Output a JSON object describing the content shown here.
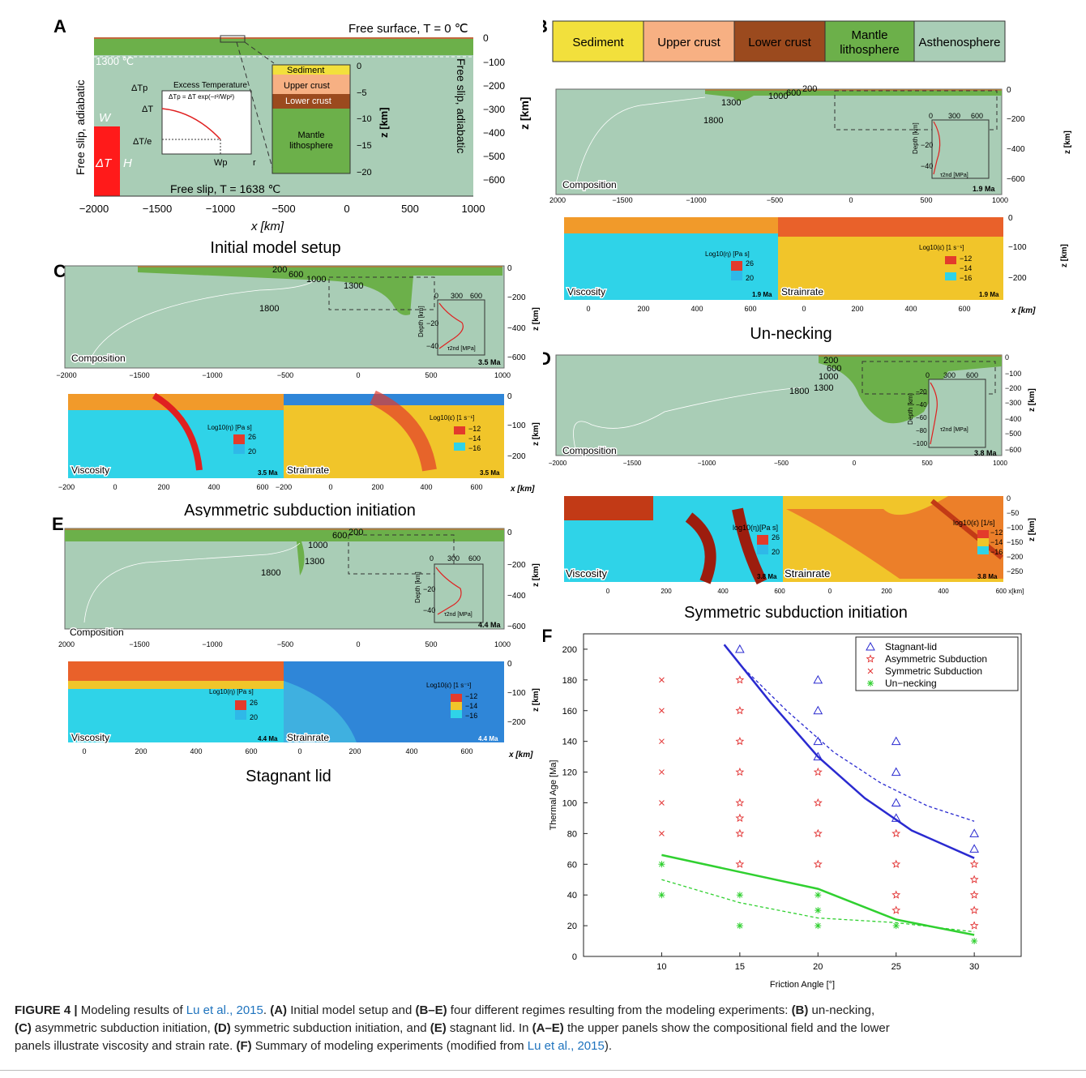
{
  "panels": {
    "A": {
      "letter": "A",
      "title": "Initial model setup",
      "top_label": "Free surface, T = 0 ℃",
      "temp_label": "1300 ℃",
      "left_bc": "Free slip, adiabatic",
      "right_bc": "Free slip, adiabatic",
      "bottom_bc": "Free slip, T = 1638 ℃",
      "plume_labels": [
        "W",
        "ΔT",
        "H"
      ],
      "inset_title": "Excess Temperature",
      "inset_formula": "ΔTp = ΔT exp(−r²/Wp²)",
      "inset_y_labels": [
        "ΔTp",
        "ΔT",
        "ΔT/e"
      ],
      "inset_x_labels": [
        "Wp",
        "r"
      ],
      "layers": [
        "Sediment",
        "Upper crust",
        "Lower crust",
        "Mantle lithosphere"
      ],
      "layer_ticks": [
        "0",
        "−5",
        "−10",
        "−15",
        "−20"
      ],
      "layer_axis": "z [km]",
      "z_ticks": [
        "0",
        "−100",
        "−200",
        "−300",
        "−400",
        "−500",
        "−600"
      ],
      "z_label": "z [km]",
      "x_ticks": [
        "−2000",
        "−1500",
        "−1000",
        "−500",
        "0",
        "500",
        "1000"
      ],
      "x_label": "x [km]"
    },
    "B": {
      "letter": "B",
      "title": "Un-necking",
      "legend": [
        "Sediment",
        "Upper crust",
        "Lower crust",
        "Mantle lithosphere",
        "Asthenosphere"
      ],
      "legend_colors": [
        "#f2e03c",
        "#f7b083",
        "#9b4a1e",
        "#6cb04a",
        "#a9cdb6"
      ],
      "contours": [
        "200",
        "600",
        "1000",
        "1300",
        "1800"
      ],
      "x_ticks": [
        "2000",
        "−1500",
        "−1000",
        "−500",
        "0",
        "500",
        "1000"
      ],
      "z_ticks": [
        "0",
        "−200",
        "−400",
        "−600"
      ],
      "inset_x": [
        "0",
        "300",
        "600"
      ],
      "inset_y": [
        "−20",
        "−40"
      ],
      "inset_ylabel": "Depth [km]",
      "inset_xlabel": "τ2nd [MPa]",
      "comp_label": "Composition",
      "time": "1.9 Ma",
      "visc_label": "Viscosity",
      "strain_label": "Strainrate",
      "visc_cb_title": "Log10(η) [Pa s]",
      "visc_cb": [
        "26",
        "20"
      ],
      "strain_cb_title": "Log10(ε̇) [1 s⁻¹]",
      "strain_cb": [
        "−12",
        "−14",
        "−16"
      ],
      "lower_x_ticks": [
        "0",
        "200",
        "400",
        "600"
      ],
      "lower_z_ticks": [
        "0",
        "−100",
        "−200"
      ]
    },
    "C": {
      "letter": "C",
      "title": "Asymmetric subduction initiation",
      "contours": [
        "200",
        "600",
        "1000",
        "1300",
        "1800"
      ],
      "x_ticks": [
        "−2000",
        "−1500",
        "−1000",
        "−500",
        "0",
        "500",
        "1000"
      ],
      "z_ticks": [
        "0",
        "−200",
        "−400",
        "−600"
      ],
      "inset_x": [
        "0",
        "300",
        "600"
      ],
      "inset_y": [
        "−20",
        "−40"
      ],
      "inset_ylabel": "Depth [km]",
      "inset_xlabel": "τ2nd [MPa]",
      "comp_label": "Composition",
      "time": "3.5 Ma",
      "visc_label": "Viscosity",
      "strain_label": "Strainrate",
      "visc_cb_title": "Log10(η) [Pa s]",
      "visc_cb": [
        "26",
        "20"
      ],
      "strain_cb_title": "Log10(ε̇) [1 s⁻¹]",
      "strain_cb": [
        "−12",
        "−14",
        "−16"
      ],
      "lower_x_ticks": [
        "−200",
        "0",
        "200",
        "400",
        "600",
        "−200",
        "0",
        "200",
        "400",
        "600"
      ],
      "lower_z_ticks": [
        "0",
        "−100",
        "−200"
      ]
    },
    "D": {
      "letter": "D",
      "title": "Symmetric subduction initiation",
      "contours": [
        "200",
        "600",
        "1000",
        "1300",
        "1800"
      ],
      "x_ticks": [
        "−2000",
        "−1500",
        "−1000",
        "−500",
        "0",
        "500",
        "1000"
      ],
      "z_ticks": [
        "0",
        "−100",
        "−200",
        "−300",
        "−400",
        "−500",
        "−600"
      ],
      "inset_x": [
        "0",
        "300",
        "600"
      ],
      "inset_y": [
        "−20",
        "−40",
        "−60",
        "−80",
        "−100"
      ],
      "inset_ylabel": "Depth [km]",
      "inset_xlabel": "τ2nd [MPa]",
      "comp_label": "Composition",
      "time": "3.8 Ma",
      "visc_label": "Viscosity",
      "strain_label": "Strainrate",
      "visc_cb_title": "log10(η)[Pa s]",
      "visc_cb": [
        "26",
        "20"
      ],
      "strain_cb_title": "log10(ε̇) [1/s]",
      "strain_cb": [
        "−12",
        "−14",
        "−16"
      ],
      "lower_x_ticks": [
        "0",
        "200",
        "400",
        "600",
        "0",
        "200",
        "400",
        "600 x[km]"
      ],
      "lower_z_ticks": [
        "0",
        "−50",
        "−100",
        "−150",
        "−200",
        "−250"
      ]
    },
    "E": {
      "letter": "E",
      "title": "Stagnant lid",
      "contours": [
        "200",
        "600",
        "1000",
        "1300",
        "1800"
      ],
      "x_ticks": [
        "2000",
        "−1500",
        "−1000",
        "−500",
        "0",
        "500",
        "1000"
      ],
      "z_ticks": [
        "0",
        "−200",
        "−400",
        "−600"
      ],
      "inset_x": [
        "0",
        "300",
        "600"
      ],
      "inset_y": [
        "−20",
        "−40"
      ],
      "inset_ylabel": "Depth [km]",
      "inset_xlabel": "τ2nd [MPa]",
      "comp_label": "Composition",
      "time": "4.4 Ma",
      "visc_label": "Viscosity",
      "strain_label": "Strainrate",
      "visc_cb_title": "Log10(η) [Pa s]",
      "visc_cb": [
        "26",
        "20"
      ],
      "strain_cb_title": "Log10(ε̇) [1 s⁻¹]",
      "strain_cb": [
        "−12",
        "−14",
        "−16"
      ],
      "lower_x_ticks": [
        "0",
        "200",
        "400",
        "600"
      ],
      "lower_z_ticks": [
        "0",
        "−100",
        "−200"
      ]
    },
    "F": {
      "letter": "F"
    }
  },
  "common": {
    "x_axis": "x [km]",
    "z_axis": "z [km]"
  },
  "caption": {
    "label": "FIGURE 4 |",
    "t1": " Modeling results of ",
    "ref1": "Lu et al., 2015",
    "t2": ". ",
    "bA": "(A)",
    "t3": " Initial model setup and ",
    "bBE": "(B–E)",
    "t4": " four different regimes resulting from the modeling experiments: ",
    "bB": "(B)",
    "t5": " un-necking,",
    "bC": "(C)",
    "t6": " asymmetric subduction initiation, ",
    "bD": "(D)",
    "t7": " symmetric subduction initiation, and ",
    "bE": "(E)",
    "t8": " stagnant lid. In ",
    "bAE": "(A–E)",
    "t9": " the upper panels show the compositional field and the lower",
    "t10": "panels illustrate viscosity and strain rate. ",
    "bF": "(F)",
    "t11": " Summary of modeling experiments (modified from ",
    "ref2": "Lu et al., 2015",
    "t12": ")."
  },
  "chart_data": {
    "type": "scatter",
    "title": "",
    "xlabel": "Friction Angle [°]",
    "ylabel": "Thermal Age [Ma]",
    "xlim": [
      5,
      33
    ],
    "ylim": [
      0,
      210
    ],
    "xticks": [
      10,
      15,
      20,
      25,
      30
    ],
    "yticks": [
      0,
      20,
      40,
      60,
      80,
      100,
      120,
      140,
      160,
      180,
      200
    ],
    "legend_position": "top-right",
    "series": [
      {
        "name": "Stagnant-lid",
        "marker": "triangle",
        "color": "#2a2ad0",
        "points": [
          [
            15,
            200
          ],
          [
            20,
            180
          ],
          [
            20,
            160
          ],
          [
            20,
            140
          ],
          [
            20,
            130
          ],
          [
            25,
            140
          ],
          [
            25,
            120
          ],
          [
            25,
            100
          ],
          [
            25,
            90
          ],
          [
            30,
            80
          ],
          [
            30,
            70
          ]
        ]
      },
      {
        "name": "Asymmetric Subduction",
        "marker": "star",
        "color": "#e23030",
        "points": [
          [
            15,
            180
          ],
          [
            15,
            160
          ],
          [
            15,
            140
          ],
          [
            15,
            120
          ],
          [
            15,
            100
          ],
          [
            15,
            90
          ],
          [
            15,
            80
          ],
          [
            15,
            60
          ],
          [
            20,
            120
          ],
          [
            20,
            100
          ],
          [
            20,
            80
          ],
          [
            20,
            60
          ],
          [
            25,
            80
          ],
          [
            25,
            60
          ],
          [
            25,
            40
          ],
          [
            25,
            30
          ],
          [
            30,
            60
          ],
          [
            30,
            50
          ],
          [
            30,
            40
          ],
          [
            30,
            30
          ],
          [
            30,
            20
          ]
        ]
      },
      {
        "name": "Symmetric Subduction",
        "marker": "x",
        "color": "#e23030",
        "points": [
          [
            10,
            180
          ],
          [
            10,
            160
          ],
          [
            10,
            140
          ],
          [
            10,
            120
          ],
          [
            10,
            100
          ],
          [
            10,
            80
          ]
        ]
      },
      {
        "name": "Un−necking",
        "marker": "asterisk",
        "color": "#30d030",
        "points": [
          [
            10,
            60
          ],
          [
            10,
            40
          ],
          [
            15,
            40
          ],
          [
            15,
            20
          ],
          [
            20,
            40
          ],
          [
            20,
            30
          ],
          [
            20,
            20
          ],
          [
            25,
            20
          ],
          [
            30,
            10
          ]
        ]
      }
    ],
    "lines": [
      {
        "color": "#2a2ad0",
        "style": "solid",
        "points": [
          [
            14,
            203
          ],
          [
            17,
            165
          ],
          [
            20,
            130
          ],
          [
            23,
            103
          ],
          [
            26,
            82
          ],
          [
            30,
            64
          ]
        ]
      },
      {
        "color": "#2a2ad0",
        "style": "dashed",
        "points": [
          [
            15,
            190
          ],
          [
            18,
            160
          ],
          [
            21,
            133
          ],
          [
            24,
            113
          ],
          [
            27,
            98
          ],
          [
            30,
            88
          ]
        ]
      },
      {
        "color": "#30d030",
        "style": "solid",
        "points": [
          [
            10,
            66
          ],
          [
            15,
            55
          ],
          [
            20,
            44
          ],
          [
            25,
            24
          ],
          [
            30,
            14
          ]
        ]
      },
      {
        "color": "#30d030",
        "style": "dashed",
        "points": [
          [
            10,
            50
          ],
          [
            15,
            35
          ],
          [
            20,
            25
          ],
          [
            25,
            22
          ],
          [
            30,
            16
          ]
        ]
      }
    ]
  }
}
